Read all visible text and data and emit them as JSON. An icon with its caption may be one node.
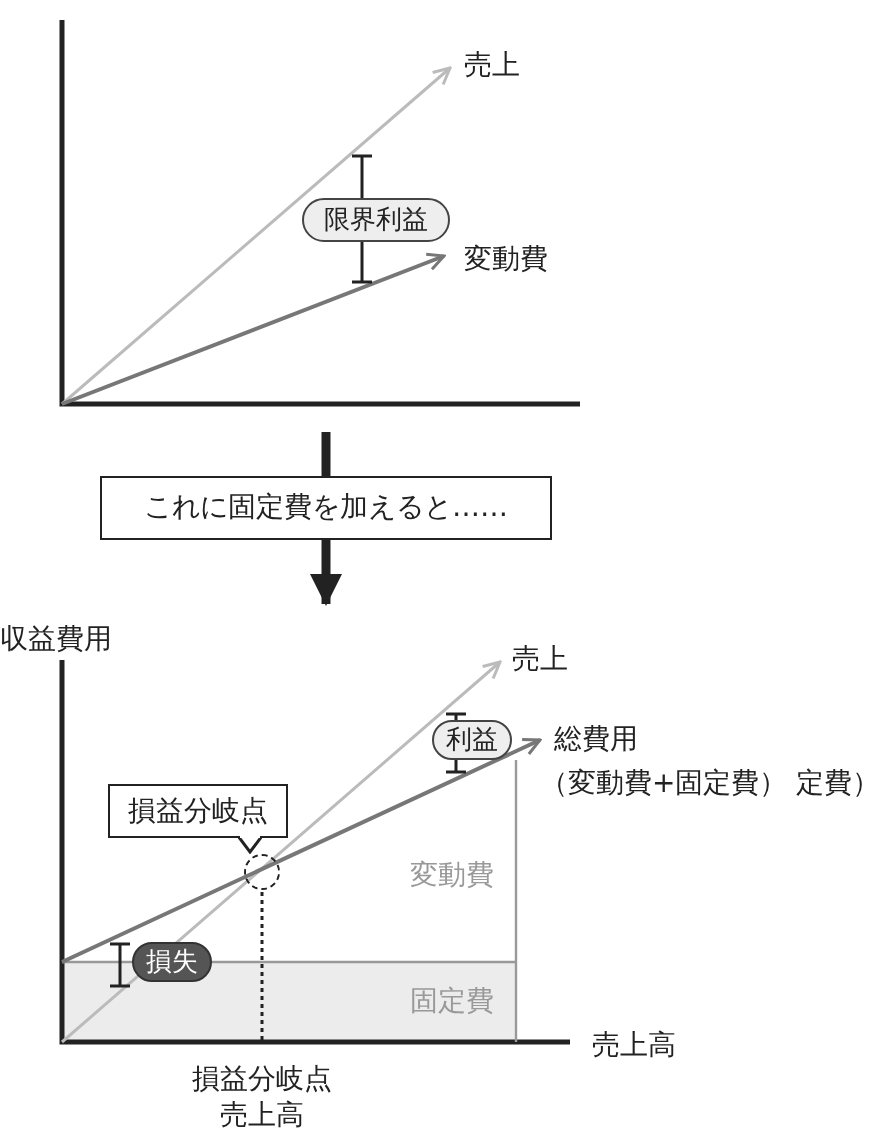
{
  "diagram": {
    "nodes": [
      {
        "text": [
          "限界利益"
        ]
      },
      {
        "text": [
          "これに固定費を加えると……"
        ]
      },
      {
        "text": [
          "利益"
        ]
      },
      {
        "text": [
          "損益分岐点"
        ]
      },
      {
        "text": [],
        "shape": "circle"
      },
      {
        "text": [
          "損失"
        ]
      }
    ],
    "edges": [
      {
        "from": null,
        "to": 1,
        "arrow": "none"
      },
      {
        "from": 1,
        "to": null,
        "arrow": "to"
      }
    ],
    "labels": [
      "売上",
      "変動費",
      "収益費用",
      "売上",
      "総費用",
      "（変動費+固定費） 定費）",
      "変動費",
      "固定費",
      "売上高",
      "損益分岐点売上高"
    ]
  }
}
